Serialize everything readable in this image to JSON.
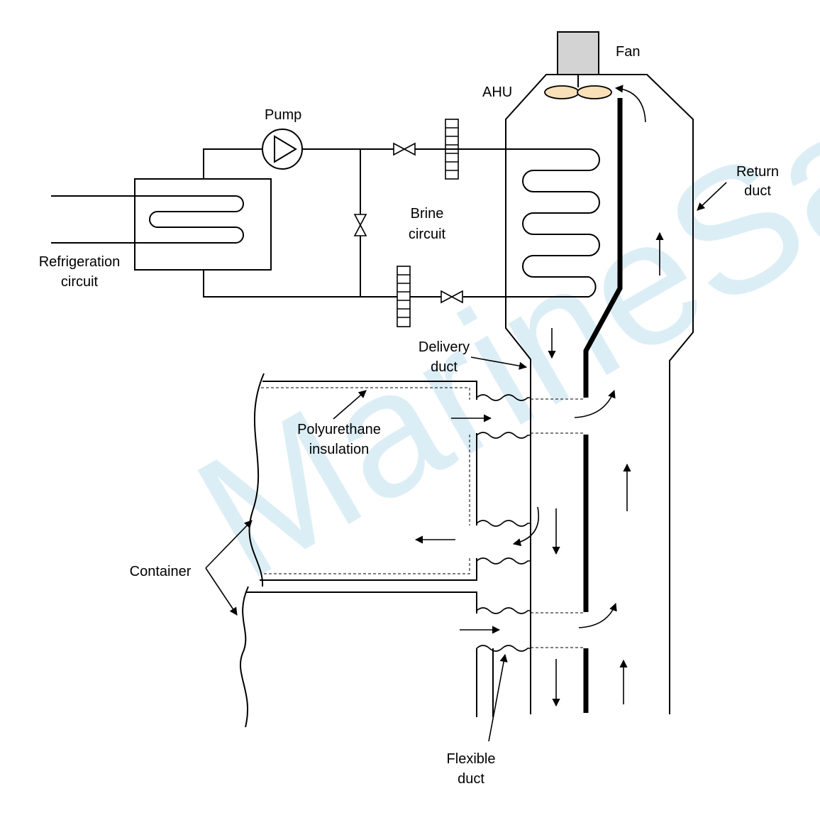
{
  "labels": {
    "fan": "Fan",
    "ahu": "AHU",
    "pump": "Pump",
    "return_duct": [
      "Return",
      "duct"
    ],
    "brine_circuit": [
      "Brine",
      "circuit"
    ],
    "refrigeration_circuit": [
      "Refrigeration",
      "circuit"
    ],
    "delivery_duct": [
      "Delivery",
      "duct"
    ],
    "polyurethane_insulation": [
      "Polyurethane",
      "insulation"
    ],
    "container": "Container",
    "flexible_duct": [
      "Flexible",
      "duct"
    ]
  },
  "watermark": "MarineSamraj",
  "colors": {
    "line": "#000000",
    "fan_motor": "#d3d3d3",
    "fan_blade": "#fae0b8",
    "watermark": "#9ecfe3"
  }
}
